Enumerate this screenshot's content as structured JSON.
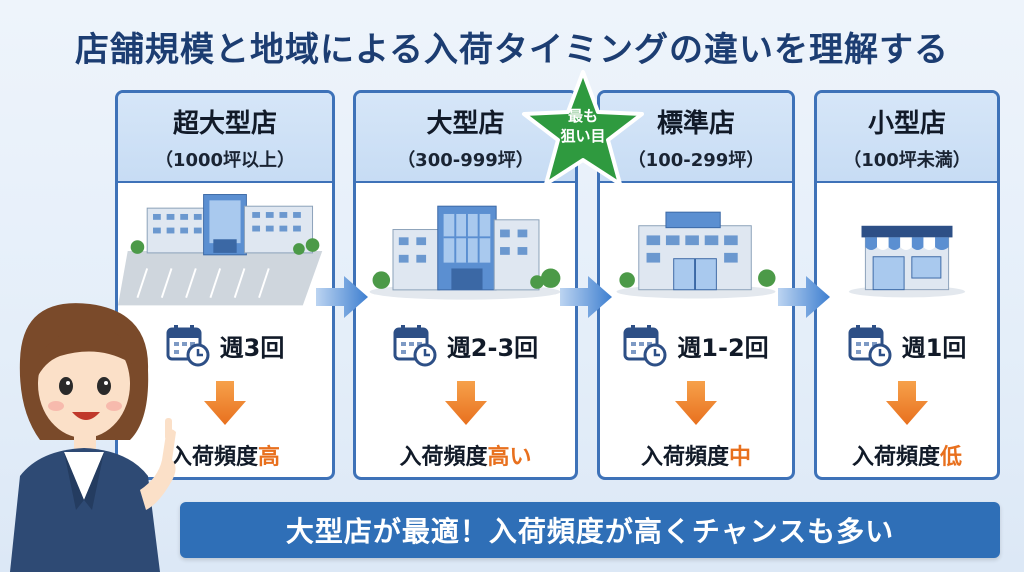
{
  "title": "店舗規模と地域による入荷タイミングの違いを理解する",
  "badge": {
    "line1": "最も",
    "line2": "狙い目"
  },
  "stores": [
    {
      "name": "超大型店",
      "size": "（1000坪以上）",
      "frequency": "週3回",
      "level_prefix": "入荷頻度",
      "level_value": "高"
    },
    {
      "name": "大型店",
      "size": "（300-999坪）",
      "frequency": "週2-3回",
      "level_prefix": "入荷頻度",
      "level_value": "高い"
    },
    {
      "name": "標準店",
      "size": "（100-299坪）",
      "frequency": "週1-2回",
      "level_prefix": "入荷頻度",
      "level_value": "中"
    },
    {
      "name": "小型店",
      "size": "（100坪未満）",
      "frequency": "週1回",
      "level_prefix": "入荷頻度",
      "level_value": "低"
    }
  ],
  "banner": "大型店が最適！入荷頻度が高くチャンスも多い",
  "icons": [
    "calendar-clock-icon",
    "down-arrow-icon",
    "right-arrow-icon",
    "star-badge-icon",
    "building-icon",
    "person-illustration"
  ],
  "colors": {
    "title": "#1c3d72",
    "card_border": "#3e72b8",
    "accent_orange": "#e8701e",
    "badge_green": "#2f9a3f",
    "banner_blue": "#2f6fb7"
  }
}
